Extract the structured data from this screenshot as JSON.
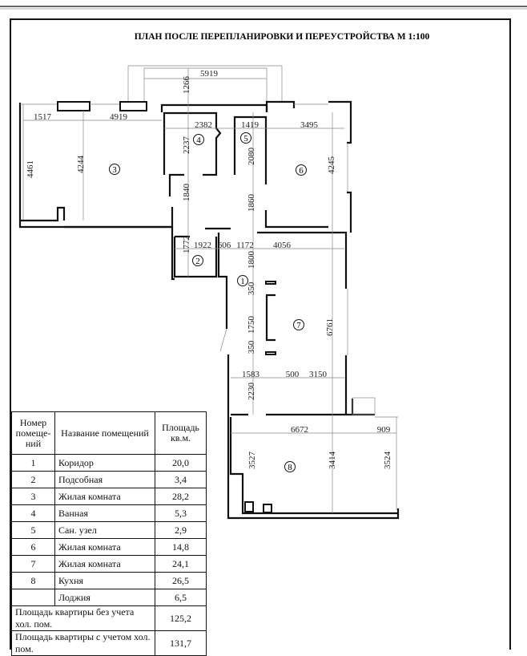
{
  "title": "ПЛАН ПОСЛЕ ПЕРЕПЛАНИРОВКИ И ПЕРЕУСТРОЙСТВА М 1:100",
  "rooms_on_plan": [
    "1",
    "2",
    "3",
    "4",
    "5",
    "6",
    "7",
    "8"
  ],
  "dims_h": [
    "5919",
    "1517",
    "4919",
    "2382",
    "1419",
    "3495",
    "1922",
    "606",
    "1172",
    "4056",
    "1583",
    "500",
    "3150",
    "6672",
    "909"
  ],
  "dims_v": [
    "1266",
    "4461",
    "4244",
    "2237",
    "2080",
    "4245",
    "1840",
    "1860",
    "1772",
    "1800",
    "350",
    "1750",
    "350",
    "6761",
    "2230",
    "3527",
    "3414",
    "3524"
  ],
  "table": {
    "headers": {
      "number": "Номер помеще-ний",
      "name": "Название помещений",
      "area": "Площадь кв.м."
    },
    "rows": [
      {
        "number": "1",
        "name": "Коридор",
        "area": "20,0"
      },
      {
        "number": "2",
        "name": "Подсобная",
        "area": "3,4"
      },
      {
        "number": "3",
        "name": "Жилая комната",
        "area": "28,2"
      },
      {
        "number": "4",
        "name": "Ванная",
        "area": "5,3"
      },
      {
        "number": "5",
        "name": "Сан. узел",
        "area": "2,9"
      },
      {
        "number": "6",
        "name": "Жилая комната",
        "area": "14,8"
      },
      {
        "number": "7",
        "name": "Жилая комната",
        "area": "24,1"
      },
      {
        "number": "8",
        "name": "Кухня",
        "area": "26,5"
      },
      {
        "number": "",
        "name": "Лоджия",
        "area": "6,5"
      }
    ],
    "totals": [
      {
        "label": "Площадь квартиры без учета хол. пом.",
        "value": "125,2"
      },
      {
        "label": "Площадь квартиры с учетом хол. пом.",
        "value": "131,7"
      }
    ]
  }
}
